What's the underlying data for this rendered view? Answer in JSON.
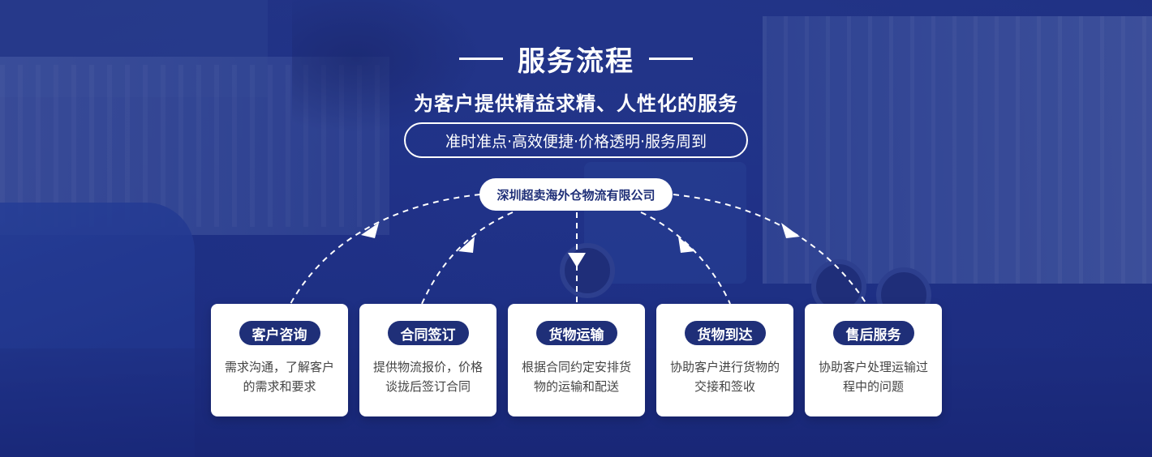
{
  "header": {
    "title": "服务流程",
    "subtitle": "为客户提供精益求精、人性化的服务",
    "tagline": "准时准点·高效便捷·价格透明·服务周到",
    "company": "深圳超卖海外仓物流有限公司"
  },
  "steps": [
    {
      "title": "客户咨询",
      "desc": "需求沟通，了解客户的需求和要求"
    },
    {
      "title": "合同签订",
      "desc": "提供物流报价，价格谈拢后签订合同"
    },
    {
      "title": "货物运输",
      "desc": "根据合同约定安排货物的运输和配送"
    },
    {
      "title": "货物到达",
      "desc": "协助客户进行货物的交接和签收"
    },
    {
      "title": "售后服务",
      "desc": "协助客户处理运输过程中的问题"
    }
  ],
  "colors": {
    "accent": "#1f2f78",
    "background": "#24378a",
    "card": "#ffffff"
  }
}
